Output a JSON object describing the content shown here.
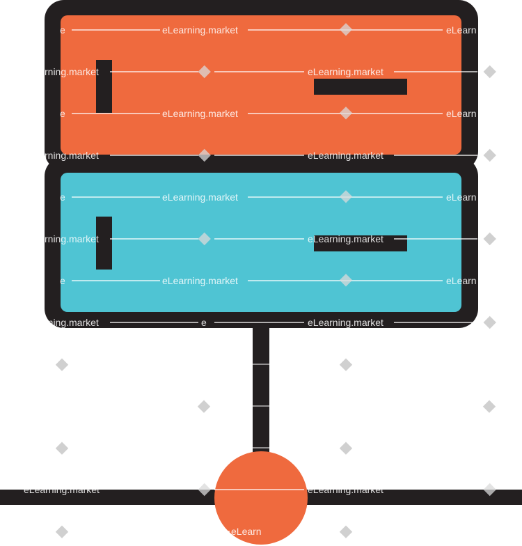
{
  "illustration": {
    "subject": "server-network-icon",
    "colors": {
      "outline": "#231f20",
      "top_unit": "#ef6a3e",
      "bottom_unit": "#4fc4d3",
      "node": "#ef6a3e",
      "background": "#ffffff"
    }
  },
  "watermark": {
    "text": "eLearning.market",
    "short_text": "rning.market",
    "partial_text": "eLearn",
    "mark_letter": "e"
  }
}
